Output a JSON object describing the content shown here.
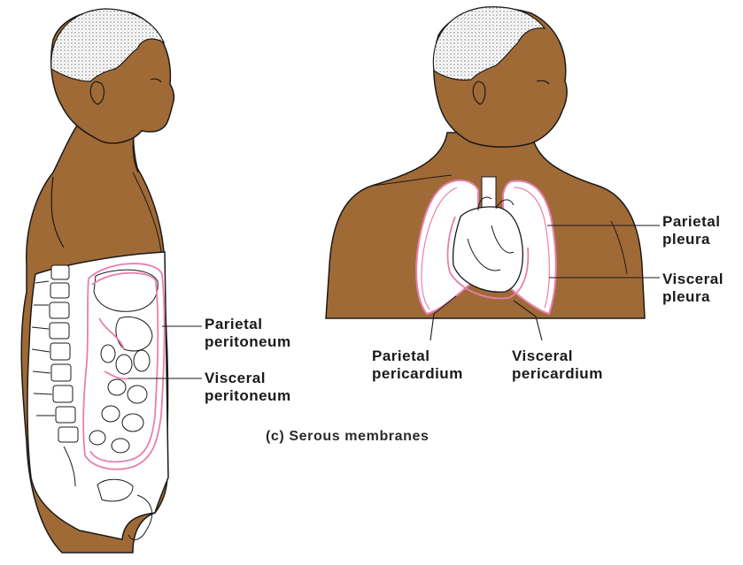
{
  "colors": {
    "skin": "#a06a36",
    "skin_outline": "#1a1a1a",
    "membrane": "#e87fb0",
    "cut_surface": "#ffffff",
    "hair": "#ffffff"
  },
  "caption": "(c) Serous membranes",
  "labels": {
    "parietal_peritoneum": {
      "line1": "Parietal",
      "line2": "peritoneum"
    },
    "visceral_peritoneum": {
      "line1": "Visceral",
      "line2": "peritoneum"
    },
    "parietal_pleura": {
      "line1": "Parietal",
      "line2": "pleura"
    },
    "visceral_pleura": {
      "line1": "Visceral",
      "line2": "pleura"
    },
    "parietal_pericardium": {
      "line1": "Parietal",
      "line2": "pericardium"
    },
    "visceral_pericardium": {
      "line1": "Visceral",
      "line2": "pericardium"
    }
  }
}
